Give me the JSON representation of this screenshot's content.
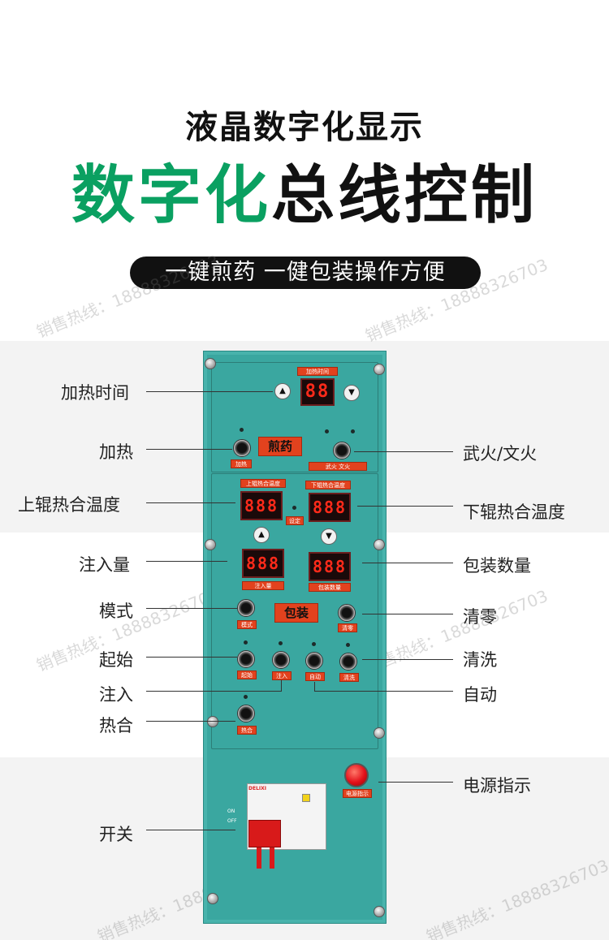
{
  "header": {
    "subtitle": "液晶数字化显示",
    "title_green": "数字化",
    "title_black": "总线控制",
    "tagline": "一键煎药 一健包装操作方便"
  },
  "watermark": {
    "text": "销售热线：18888326703"
  },
  "panel": {
    "top_tag": "加热时间",
    "heat_time_display": "88",
    "decoct_tag": "煎药",
    "heat_btn_tag": "加热",
    "fire_btn_tag": "武火 文火",
    "upper_temp_tag": "上辊热合温度",
    "lower_temp_tag": "下辊热合温度",
    "upper_temp_display": "888",
    "lower_temp_display": "888",
    "center_tag": "设定",
    "inject_display": "888",
    "pack_count_display": "888",
    "inject_tag": "注入量",
    "pack_count_tag": "包装数量",
    "pack_tag": "包装",
    "mode_btn_tag": "模式",
    "clear_btn_tag": "清零",
    "start_btn_tag": "起始",
    "inject_btn_tag": "注入",
    "auto_btn_tag": "自动",
    "wash_btn_tag": "清洗",
    "seal_btn_tag": "热合",
    "power_tag": "电源指示",
    "breaker_brand": "DELIXI",
    "breaker_on": "ON",
    "breaker_off": "OFF"
  },
  "callouts": {
    "heat_time": "加热时间",
    "heat": "加热",
    "fire": "武火/文火",
    "upper_temp": "上辊热合温度",
    "lower_temp": "下辊热合温度",
    "inject_amount": "注入量",
    "pack_count": "包装数量",
    "mode": "模式",
    "clear": "清零",
    "start": "起始",
    "wash": "清洗",
    "inject": "注入",
    "auto": "自动",
    "seal": "热合",
    "power": "电源指示",
    "switch": "开关"
  },
  "colors": {
    "accent_green": "#0aa061",
    "panel_teal": "#3aa7a0",
    "tag_red": "#e2421e",
    "display_red": "#ff2a1a"
  }
}
